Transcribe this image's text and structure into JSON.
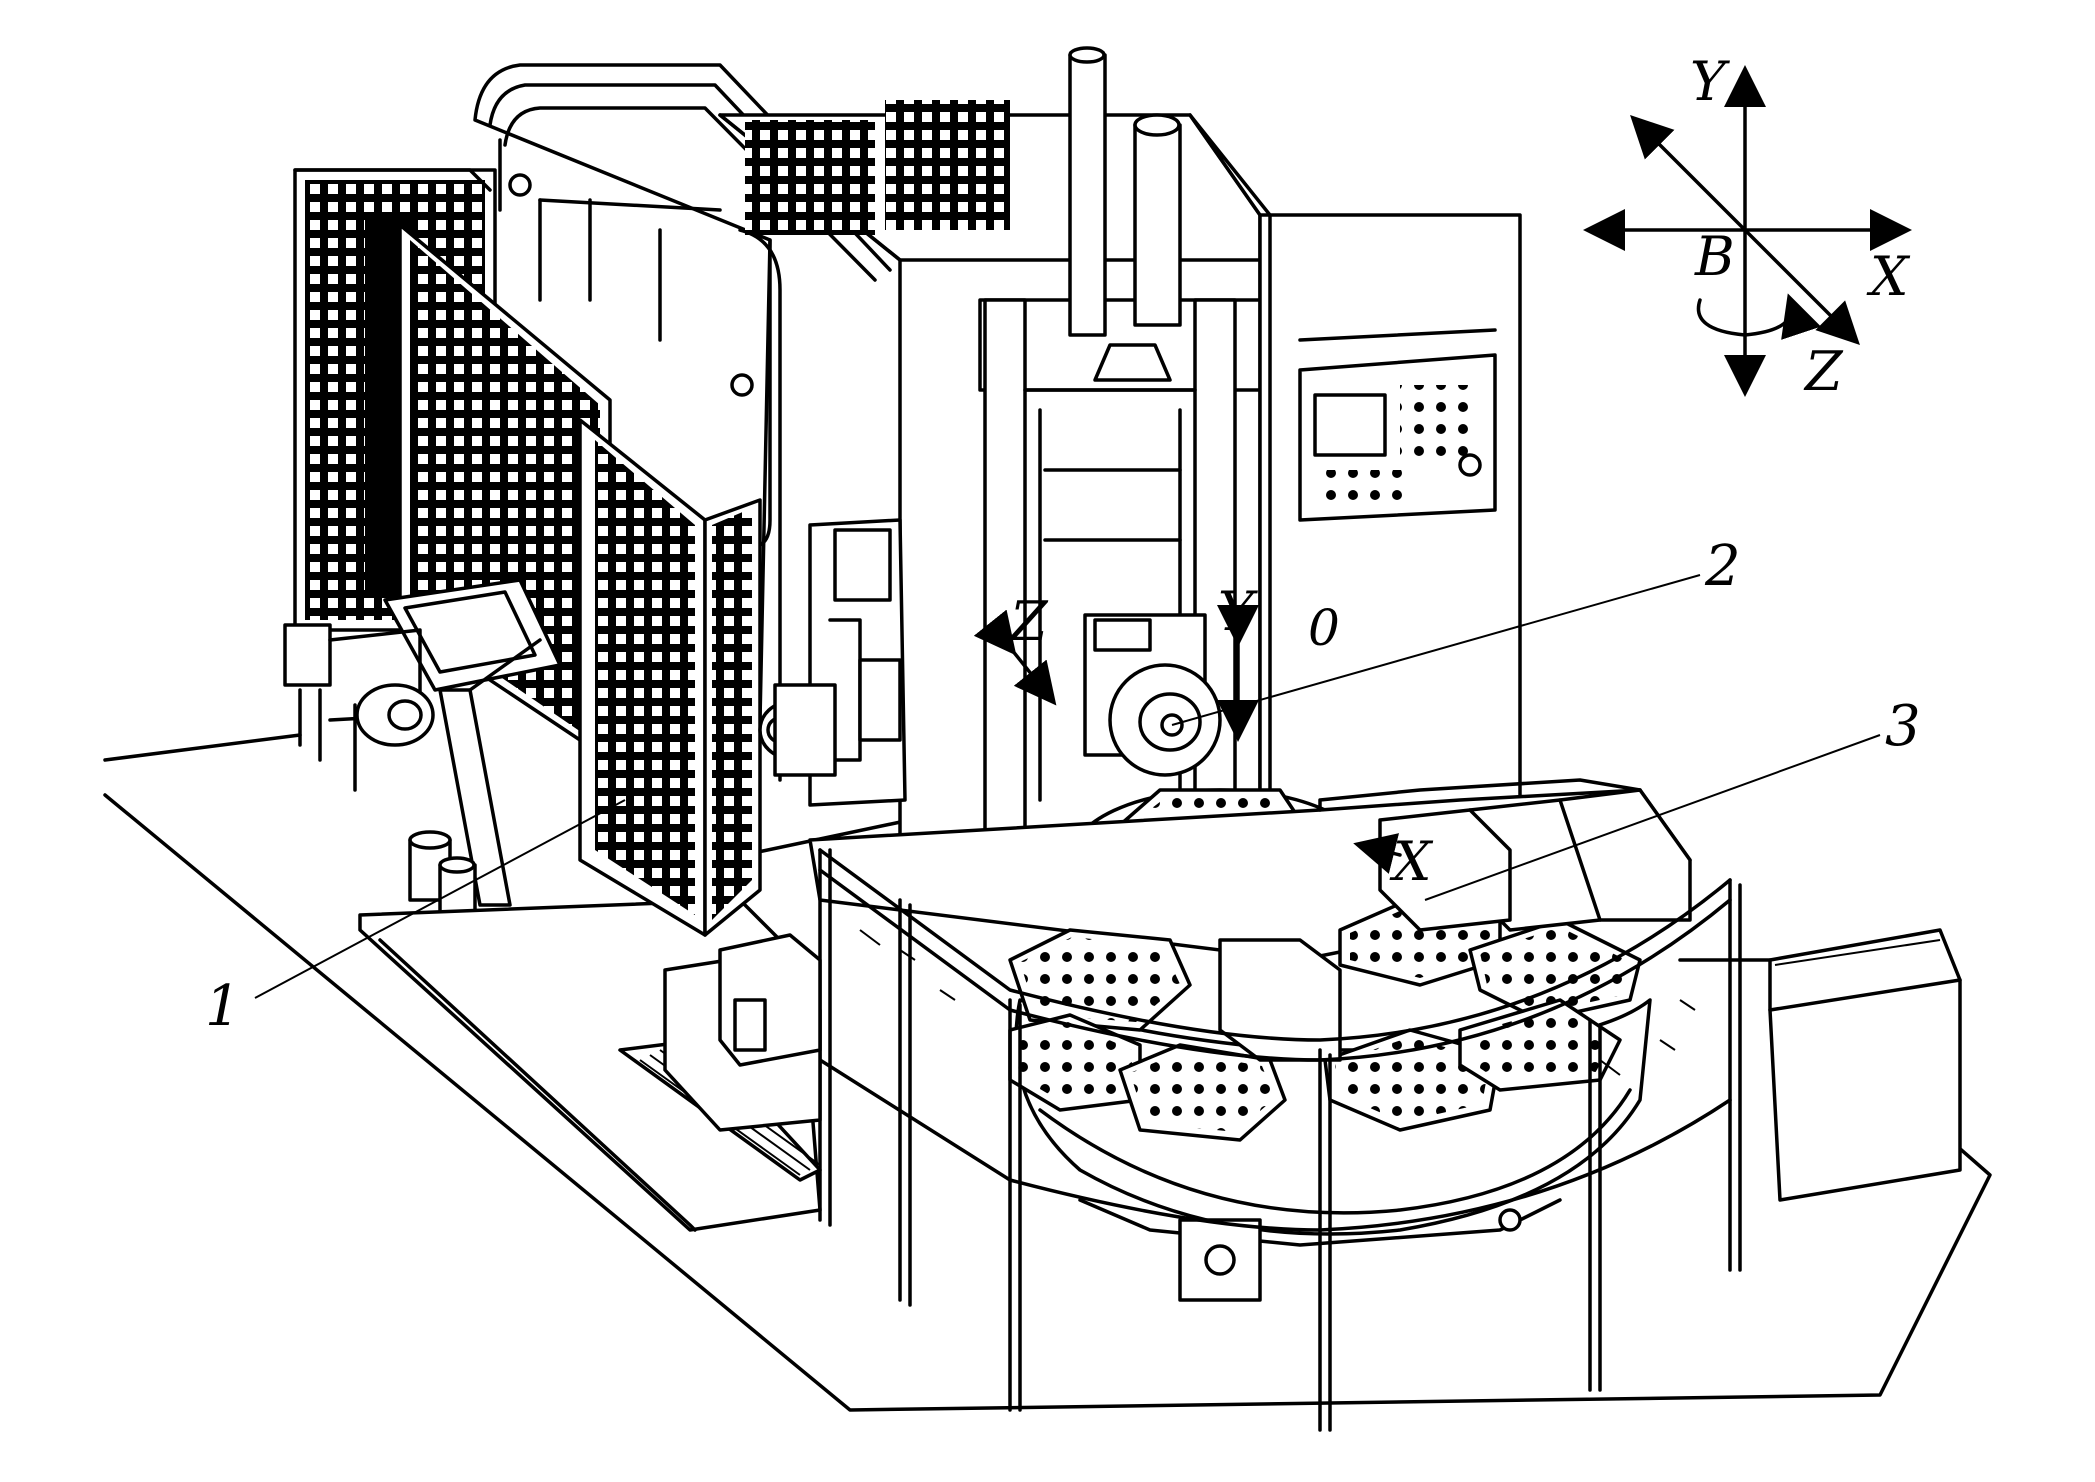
{
  "axes_legend": {
    "y": "Y",
    "x": "X",
    "z": "Z",
    "b": "B"
  },
  "machine_labels": {
    "z": "Z",
    "y": "Y",
    "o": "0",
    "x": "X"
  },
  "parts": [
    "1",
    "2",
    "3"
  ],
  "colors": {
    "ink": "#000000",
    "paper": "#ffffff"
  }
}
